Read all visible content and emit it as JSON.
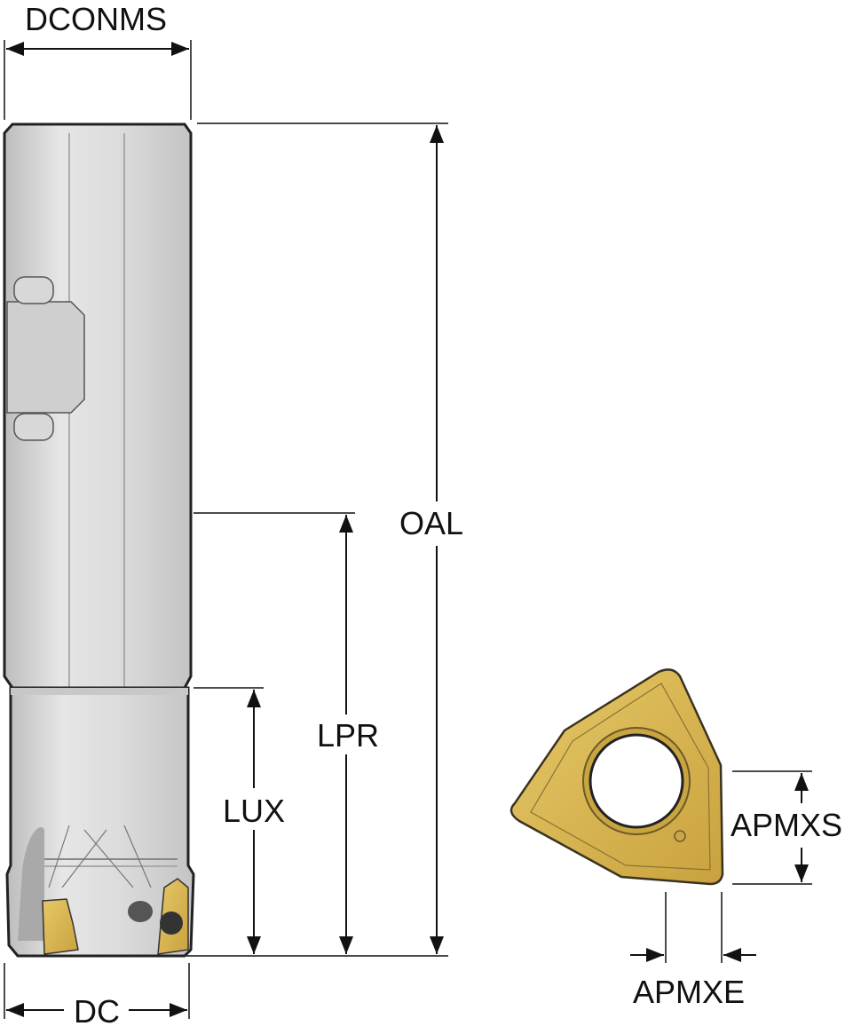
{
  "dimensions": {
    "dconms": "DCONMS",
    "oal": "OAL",
    "lpr": "LPR",
    "lux": "LUX",
    "dc": "DC",
    "apmxs": "APMXS",
    "apmxe": "APMXE"
  },
  "colors": {
    "insert": "#d9b64e",
    "body": "#d6d6d6",
    "line": "#111111"
  }
}
